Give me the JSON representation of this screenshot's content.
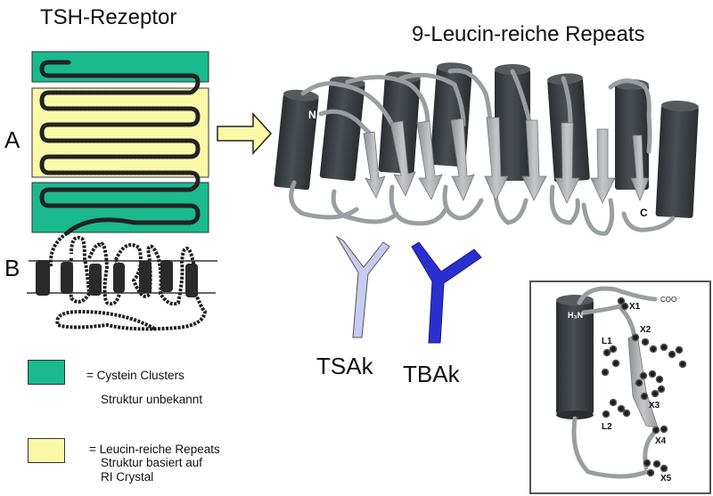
{
  "left_panel": {
    "title": "TSH-Rezeptor",
    "label_a": "A",
    "label_b": "B"
  },
  "right_panel": {
    "title": "9-Leucin-reiche Repeats",
    "n_terminus": "N",
    "c_terminus": "C",
    "repeat_count": 9
  },
  "antibodies": [
    {
      "label": "TSAk",
      "color": "#c8cbf0"
    },
    {
      "label": "TBAk",
      "color": "#2a2fd0"
    }
  ],
  "legend": [
    {
      "color": "#1bb98e",
      "line1": "= Cystein Clusters",
      "line2": "Struktur unbekannt",
      "line3": ""
    },
    {
      "color": "#fbf8a8",
      "line1": "= Leucin-reiche Repeats",
      "line2": "Struktur basiert auf",
      "line3": "RI Crystal"
    }
  ],
  "inset": {
    "n_label": "H₃N",
    "c_label": "COO⁻",
    "residues": [
      "X1",
      "X2",
      "L1",
      "X3",
      "L2",
      "X4",
      "X5"
    ]
  },
  "colors": {
    "cysteine": "#1bb98e",
    "leucine": "#fbf8a8",
    "helix": "#3c4145",
    "strand": "#a9acaf",
    "arrow_fill": "#fbf8a8"
  }
}
